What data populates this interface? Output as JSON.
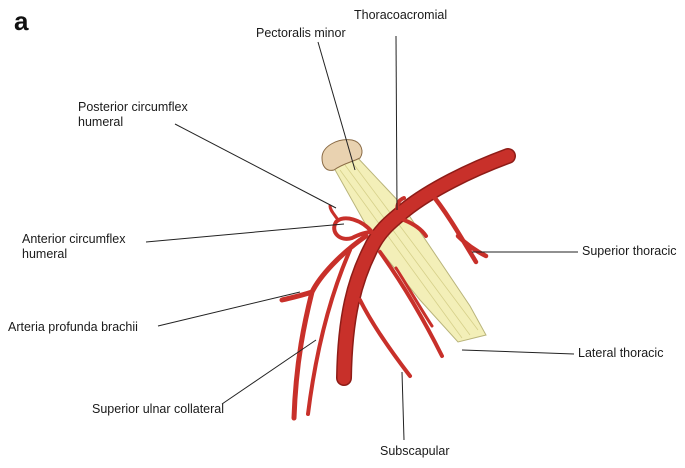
{
  "panel_letter": "a",
  "labels": {
    "pectoralis_minor": "Pectoralis minor",
    "thoracoacromial": "Thoracoacromial",
    "posterior_circumflex_line1": "Posterior circumflex",
    "posterior_circumflex_line2": "humeral",
    "anterior_circumflex_line1": "Anterior circumflex",
    "anterior_circumflex_line2": "humeral",
    "superior_thoracic": "Superior thoracic",
    "arteria_profunda_brachii": "Arteria profunda brachii",
    "lateral_thoracic": "Lateral thoracic",
    "superior_ulnar_collateral": "Superior ulnar collateral",
    "subscapular": "Subscapular"
  },
  "colors": {
    "artery_fill": "#c8302a",
    "artery_dark": "#8e1c17",
    "muscle_fill": "#f3efb8",
    "muscle_stroke": "#b9b47a",
    "bone_fill": "#e9d2b0",
    "leader_line": "#222222"
  }
}
